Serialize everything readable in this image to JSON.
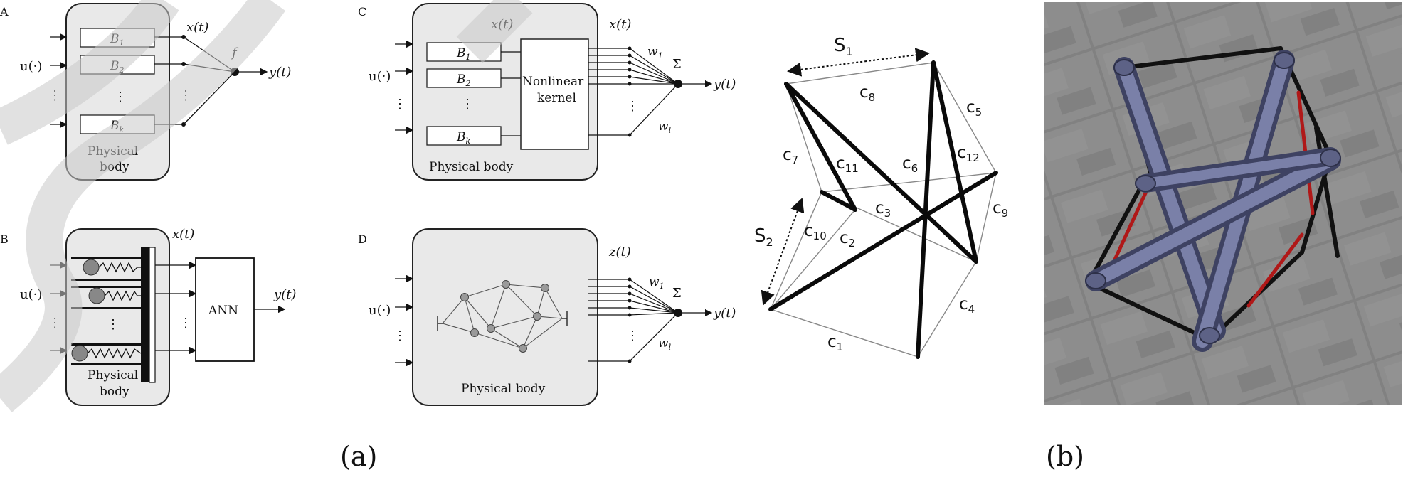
{
  "panel_a": {
    "caption": "(a)",
    "watermark_color": "#c8c8c8",
    "sub_A": {
      "letter": "A",
      "input": "u(·)",
      "blocks": [
        "B",
        "B",
        "B"
      ],
      "block_subs": [
        "1",
        "2",
        "k"
      ],
      "state": "x(t)",
      "readout": "f",
      "output": "y(t)",
      "body_label_1": "Physical",
      "body_label_2": "body",
      "dots": "⋮"
    },
    "sub_B": {
      "letter": "B",
      "input": "u(·)",
      "state": "x(t)",
      "readout": "ANN",
      "output": "y(t)",
      "body_label_1": "Physical",
      "body_label_2": "body",
      "dots": "⋮"
    },
    "sub_C": {
      "letter": "C",
      "input": "u(·)",
      "blocks": [
        "B",
        "B",
        "B"
      ],
      "block_subs": [
        "1",
        "2",
        "k"
      ],
      "state_in": "x(t)",
      "state_out": "x(t)",
      "kernel_1": "Nonlinear",
      "kernel_2": "kernel",
      "w1": "w",
      "w1_sub": "1",
      "wl": "w",
      "wl_sub": "l",
      "sum": "Σ",
      "output": "y(t)",
      "body_label": "Physical body",
      "dots": "⋮"
    },
    "sub_D": {
      "letter": "D",
      "input": "u(·)",
      "state": "z(t)",
      "w1": "w",
      "w1_sub": "1",
      "wl": "w",
      "wl_sub": "l",
      "sum": "Σ",
      "output": "y(t)",
      "body_label": "Physical body",
      "dots": "⋮"
    },
    "tensegrity": {
      "s1": "S",
      "s1_sub": "1",
      "s2": "S",
      "s2_sub": "2",
      "springs": [
        {
          "base": "c",
          "sub": "8"
        },
        {
          "base": "c",
          "sub": "5"
        },
        {
          "base": "c",
          "sub": "7"
        },
        {
          "base": "c",
          "sub": "11"
        },
        {
          "base": "c",
          "sub": "6"
        },
        {
          "base": "c",
          "sub": "12"
        },
        {
          "base": "c",
          "sub": "3"
        },
        {
          "base": "c",
          "sub": "9"
        },
        {
          "base": "c",
          "sub": "10"
        },
        {
          "base": "c",
          "sub": "2"
        },
        {
          "base": "c",
          "sub": "4"
        },
        {
          "base": "c",
          "sub": "1"
        }
      ]
    }
  },
  "panel_b": {
    "caption": "(b)",
    "colors": {
      "rod": "#6e7396",
      "spring_black": "#111111",
      "spring_red": "#b01818",
      "floor": "#8a8a8a"
    }
  }
}
